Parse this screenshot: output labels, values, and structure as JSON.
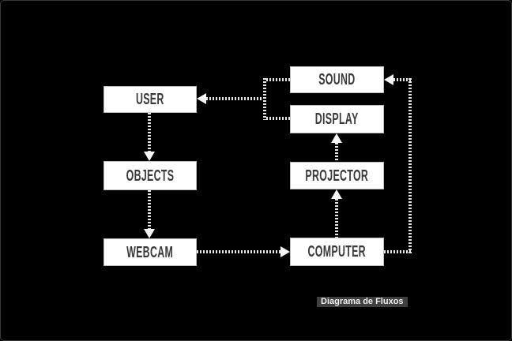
{
  "title": {
    "text": "Diagrama de Fluxos"
  },
  "nodes": {
    "user": "USER",
    "objects": "OBJECTS",
    "webcam": "WEBCAM",
    "sound": "SOUND",
    "display": "DISPLAY",
    "projector": "PROJECTOR",
    "computer": "COMPUTER"
  },
  "edges": [
    {
      "from": "USER",
      "to": "OBJECTS",
      "style": "dotted-arrow",
      "direction": "down"
    },
    {
      "from": "OBJECTS",
      "to": "WEBCAM",
      "style": "dotted-arrow",
      "direction": "down"
    },
    {
      "from": "WEBCAM",
      "to": "COMPUTER",
      "style": "dotted-arrow",
      "direction": "right"
    },
    {
      "from": "COMPUTER",
      "to": "PROJECTOR",
      "style": "dotted-arrow",
      "direction": "up"
    },
    {
      "from": "PROJECTOR",
      "to": "DISPLAY",
      "style": "dotted-arrow",
      "direction": "up"
    },
    {
      "from": "COMPUTER",
      "to": "SOUND",
      "style": "dotted-arrow",
      "direction": "right-loop-up"
    },
    {
      "from": "SOUND",
      "to": "USER",
      "style": "dotted-arrow",
      "direction": "left-merged"
    },
    {
      "from": "DISPLAY",
      "to": "USER",
      "style": "dotted-arrow",
      "direction": "left-merged"
    }
  ],
  "colors": {
    "background": "#000000",
    "node_fill": "#ffffff",
    "node_border": "#bdbdbd",
    "node_text": "#3a3a3a",
    "connector": "#e6e6e6",
    "arrowhead": "#f5f5f5",
    "caption_bg": "#404040",
    "caption_text": "#f2f2f2",
    "frame_border": "#3a3a3a"
  }
}
